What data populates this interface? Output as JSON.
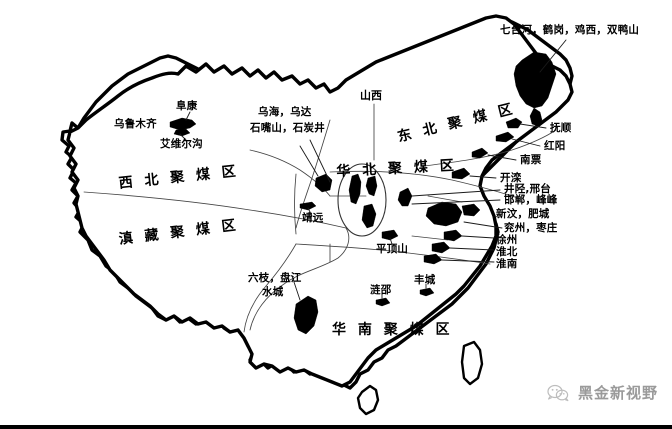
{
  "figure": {
    "kind": "map",
    "subject": "China coal accumulation regions",
    "background_color": "#ffffff",
    "line_color": "#000000",
    "coalfield_fill": "#000000"
  },
  "regions": [
    {
      "id": "northwest",
      "label": "西 北 聚 煤 区"
    },
    {
      "id": "dianzang",
      "label": "滇 藏 聚 煤 区"
    },
    {
      "id": "northeast",
      "label": "东 北 聚 煤 区"
    },
    {
      "id": "northchina",
      "label": "华 北 聚 煤 区"
    },
    {
      "id": "southchina",
      "label": "华 南 聚 煤 区"
    }
  ],
  "provinces": [
    {
      "id": "shanxi",
      "label": "山西"
    }
  ],
  "mines": {
    "xinjiang": [
      {
        "id": "fukang",
        "label": "阜康"
      },
      {
        "id": "urumqi",
        "label": "乌鲁木齐"
      },
      {
        "id": "aiweiergou",
        "label": "艾维尔沟"
      }
    ],
    "inner_mongolia_ningxia": [
      {
        "id": "wuhai-wuda",
        "label": "乌海，乌达"
      },
      {
        "id": "shizuishan-shitanjing",
        "label": "石嘴山，石炭井"
      }
    ],
    "gansu": [
      {
        "id": "jingyuan",
        "label": "靖远"
      }
    ],
    "heilongjiang": [
      {
        "id": "qitaihe-hegang-jixi-shuangyashan",
        "label": "七台河，鹤岗，鸡西，双鸭山"
      }
    ],
    "liaoning_hebei": [
      {
        "id": "fushun",
        "label": "抚顺"
      },
      {
        "id": "hongyang",
        "label": "红阳"
      },
      {
        "id": "nanpiao",
        "label": "南票"
      },
      {
        "id": "kailuan",
        "label": "开滦"
      }
    ],
    "hebei_shandong_jiangsu_anhui": [
      {
        "id": "jingxing-xingtai",
        "label": "井陉,邢台"
      },
      {
        "id": "handan-fengfeng",
        "label": "邯郸，峰峰"
      },
      {
        "id": "xinwen-feicheng",
        "label": "新汶，肥城"
      },
      {
        "id": "yanzhou-zaozhuang",
        "label": "兖州，枣庄"
      },
      {
        "id": "xuzhou",
        "label": "徐州"
      },
      {
        "id": "huaibei",
        "label": "淮北"
      },
      {
        "id": "huainan",
        "label": "淮南"
      }
    ],
    "henan": [
      {
        "id": "pingdingshan",
        "label": "平顶山"
      }
    ],
    "guizhou": [
      {
        "id": "liuzhi-panjiang",
        "label": "六枝，盘江"
      },
      {
        "id": "shuicheng",
        "label": "水城"
      }
    ],
    "hunan_jiangxi": [
      {
        "id": "lianshao",
        "label": "涟邵"
      },
      {
        "id": "fengcheng",
        "label": "丰城"
      }
    ]
  },
  "watermark": {
    "text": "黑金新视野",
    "icon": "wechat-icon",
    "color": "#9a9a9a"
  }
}
